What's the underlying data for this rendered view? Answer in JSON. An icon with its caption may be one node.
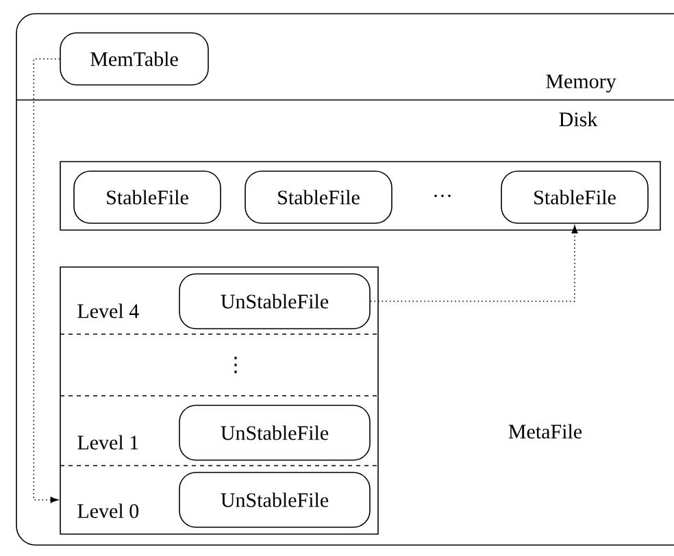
{
  "diagram": {
    "nodes": [
      {
        "text": [],
        "shape": "box"
      },
      {
        "text": [
          "MemTable"
        ],
        "in": 0
      },
      {
        "text": [
          "···"
        ],
        "in": 0
      },
      {
        "text": [
          "StableFile"
        ],
        "in": 2
      },
      {
        "text": [
          "StableFile"
        ],
        "in": 2
      },
      {
        "text": [
          "StableFile"
        ],
        "in": 2
      },
      {
        "text": [],
        "shape": "box",
        "in": 0
      },
      {
        "text": [
          "Level 4"
        ],
        "in": 6
      },
      {
        "text": [
          "UnStableFile"
        ],
        "in": 6
      },
      {
        "text": [
          "⋮"
        ],
        "in": 6
      },
      {
        "text": [
          "Level 1"
        ],
        "in": 6
      },
      {
        "text": [
          "UnStableFile"
        ],
        "in": 6
      },
      {
        "text": [
          "Level 0"
        ],
        "in": 6
      },
      {
        "text": [
          "UnStableFile"
        ],
        "in": 6
      }
    ],
    "edges": [
      {
        "from": 1,
        "to": 12,
        "arrow": "to"
      },
      {
        "from": 8,
        "to": 5,
        "arrow": "to"
      }
    ],
    "labels": [
      "Memory",
      "Disk",
      "MetaFile"
    ]
  }
}
